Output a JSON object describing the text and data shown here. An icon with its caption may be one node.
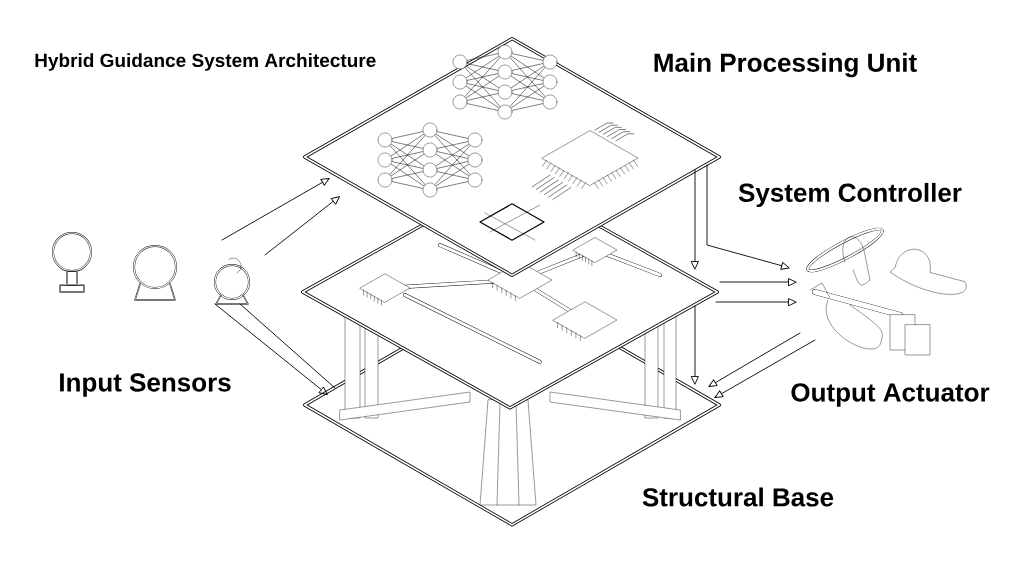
{
  "diagram": {
    "title": "Hybrid Guidance System Architecture",
    "nodes": [
      {
        "text": [
          "Input Sensors"
        ]
      },
      {
        "text": [
          "Main Processing Unit"
        ]
      },
      {
        "text": [
          "System Controller"
        ]
      },
      {
        "text": [
          "Structural Base"
        ]
      },
      {
        "text": [
          "Output Actuator"
        ]
      }
    ],
    "edges": [
      {
        "from": 0,
        "to": 1,
        "arrow": "to"
      },
      {
        "from": 0,
        "to": 1,
        "arrow": "to"
      },
      {
        "from": 0,
        "to": 3,
        "arrow": "to"
      },
      {
        "from": 0,
        "to": 3,
        "arrow": "none"
      },
      {
        "from": 1,
        "to": 2,
        "arrow": "to"
      },
      {
        "from": 2,
        "to": 3,
        "arrow": "to"
      },
      {
        "from": 1,
        "to": 4,
        "arrow": "to"
      },
      {
        "from": 2,
        "to": 4,
        "arrow": "to"
      },
      {
        "from": 2,
        "to": 4,
        "arrow": "to"
      },
      {
        "from": 4,
        "to": 3,
        "arrow": "to"
      },
      {
        "from": 4,
        "to": 3,
        "arrow": "to"
      }
    ]
  }
}
